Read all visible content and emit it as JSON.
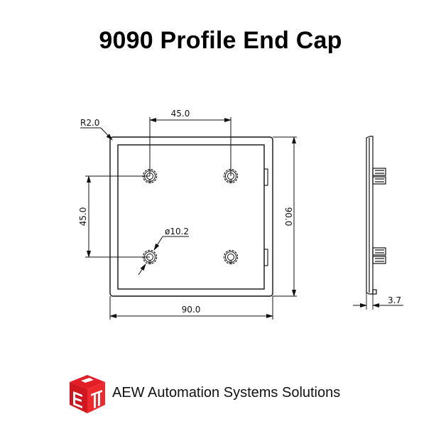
{
  "title": "9090 Profile End Cap",
  "drawing": {
    "front_view": {
      "dimensions": {
        "corner_radius": "R2.0",
        "hole_spacing_horizontal": "45.0",
        "hole_spacing_vertical": "45.0",
        "hole_diameter": "ø10.2",
        "overall_width": "90.0",
        "overall_height": "90.0"
      },
      "holes": 4
    },
    "side_view": {
      "dimensions": {
        "thickness": "3.7"
      }
    },
    "line_color": "#111111"
  },
  "brand": {
    "logo_icon": "aew-cube-logo",
    "logo_color": "#e41e26",
    "name": "AEW Automation Systems Solutions"
  }
}
